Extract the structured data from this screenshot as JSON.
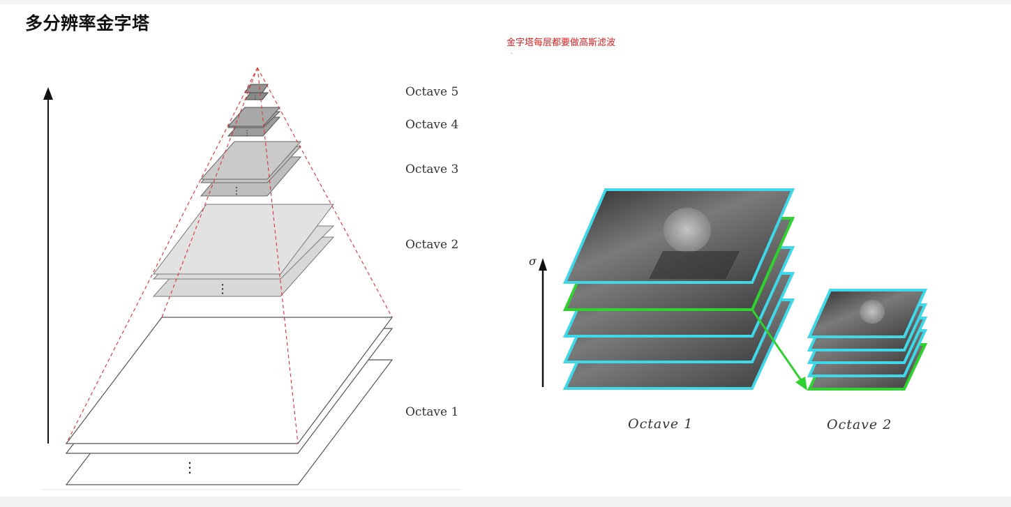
{
  "slide": {
    "title": "多分辨率金字塔",
    "note": "金字塔每层都要做高斯滤波"
  },
  "left_diagram": {
    "octaves": [
      {
        "label": "Octave 5"
      },
      {
        "label": "Octave 4"
      },
      {
        "label": "Octave 3"
      },
      {
        "label": "Octave 2"
      },
      {
        "label": "Octave 1"
      }
    ],
    "ellipsis": "⋮",
    "colors": {
      "pyramid_outline": "#e03030",
      "level_fill_top": "#9a9a9a",
      "level_fill_mid": "#d6d6d6",
      "level_fill_base": "#ffffff"
    }
  },
  "right_diagram": {
    "axis_symbol": "σ",
    "octave_labels": [
      "Octave 1",
      "Octave 2"
    ],
    "colors": {
      "layer_border": "#3fd8e8",
      "highlight": "#2fd22f"
    }
  }
}
